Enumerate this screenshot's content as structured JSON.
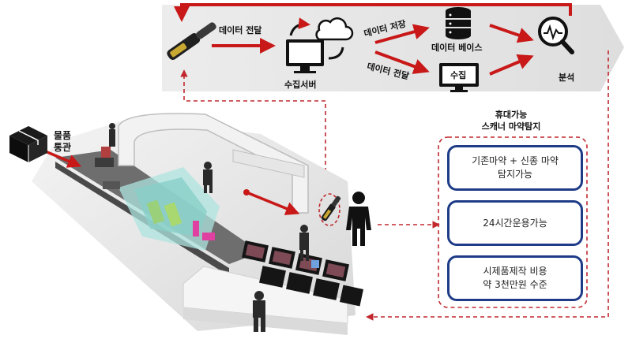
{
  "labels": {
    "data_transfer_1": "데이터 전달",
    "data_store": "데이터 저장",
    "data_transfer_2": "데이터 전달",
    "collect_server": "수집서버",
    "database": "데이터 베이스",
    "collect": "수집",
    "analysis": "분석",
    "goods_line1": "물품",
    "goods_line2": "통관",
    "title_line1": "휴대가능",
    "title_line2": "스캐너 마약탐지"
  },
  "features": [
    {
      "line1": "기존마약 + 신종 마약",
      "line2": "탐지가능"
    },
    {
      "line1": "24시간운용가능",
      "line2": ""
    },
    {
      "line1": "시제품제작 비용",
      "line2": "약 3천만원 수준"
    }
  ],
  "colors": {
    "flow_arrow": "#c81818",
    "dashed_line": "#c0282e",
    "box_border": "#1e3b87",
    "banner": "#e4e4e4"
  }
}
